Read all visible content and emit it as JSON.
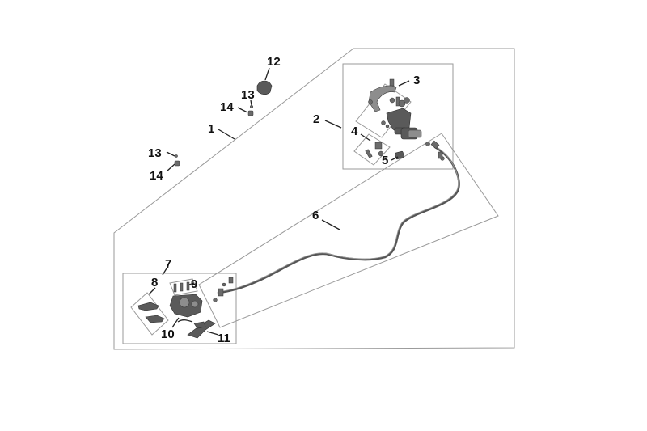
{
  "callouts": {
    "c1": "1",
    "c2": "2",
    "c3": "3",
    "c4": "4",
    "c5": "5",
    "c6": "6",
    "c7": "7",
    "c8": "8",
    "c9": "9",
    "c10": "10",
    "c11": "11",
    "c12": "12",
    "c13a": "13",
    "c14a": "14",
    "c13b": "13",
    "c14b": "14"
  },
  "colors": {
    "frame": "#9a9a9a",
    "parts": "#5a5a5a",
    "labels": "#111111"
  }
}
